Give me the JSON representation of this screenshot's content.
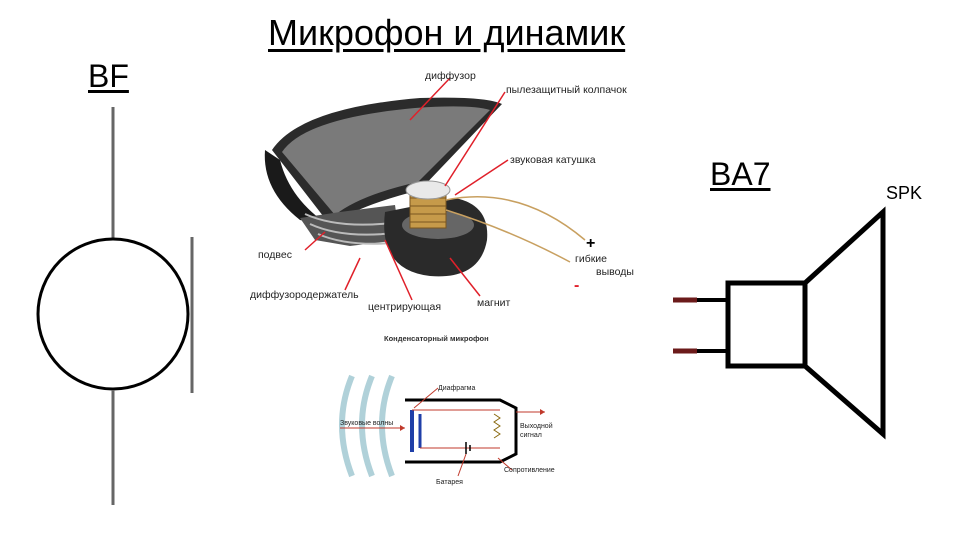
{
  "title": "Микрофон и динамик",
  "microphone_symbol": {
    "label": "BF"
  },
  "speaker_symbol": {
    "label": "BA7",
    "tag": "SPK"
  },
  "speaker_cutaway": {
    "labels": {
      "diffuser": "диффузор",
      "dust_cap": "пылезащитный колпачок",
      "voice_coil": "звуковая катушка",
      "plus": "+",
      "flex_leads_1": "гибкие",
      "flex_leads_2": "выводы",
      "minus": "-",
      "suspension": "подвес",
      "basket": "диффузородержатель",
      "spider": "центрирующая",
      "magnet": "магнит"
    }
  },
  "condenser_mic": {
    "caption": "Конденсаторный микрофон",
    "labels": {
      "diaphragm": "Диафрагма",
      "sound_waves": "Звуковые волны",
      "output_1": "Выходной",
      "output_2": "сигнал",
      "battery": "Батарея",
      "resistor": "Сопротивление"
    }
  },
  "colors": {
    "line": "#000000",
    "lead_wire": "#6b1a1a",
    "label_pointer": "#e0202a",
    "mic_plate": "#1f3fa8",
    "signal_line": "#c0392b"
  }
}
